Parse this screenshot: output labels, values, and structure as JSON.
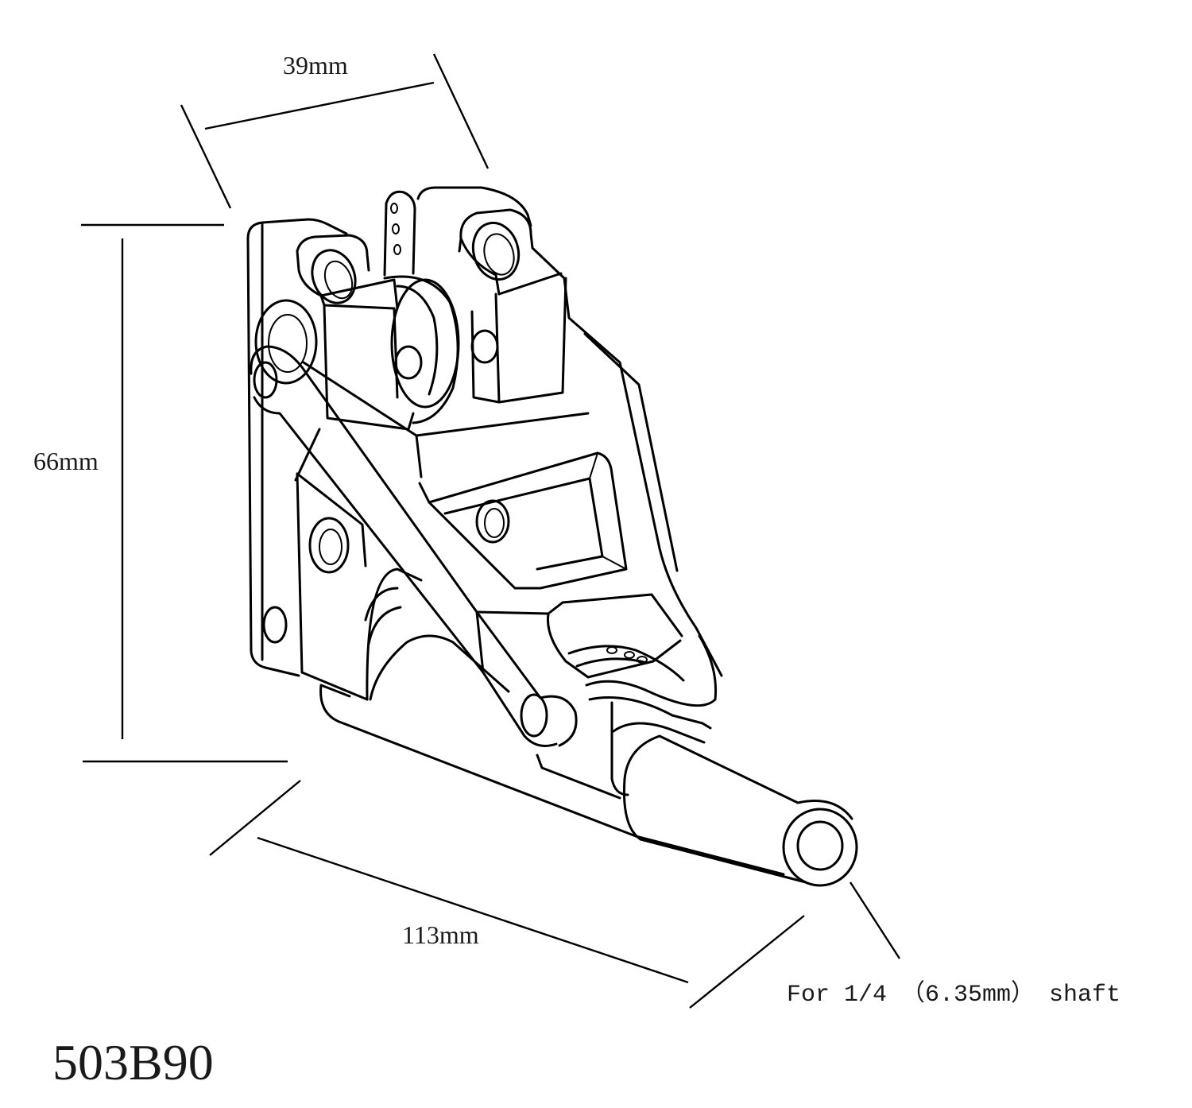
{
  "dimensions": {
    "width": "39mm",
    "height": "66mm",
    "length": "113mm"
  },
  "callout": "For 1/4 （6.35mm） shaft",
  "model_number": "503B90",
  "colors": {
    "line": "#000000",
    "background": "#ffffff",
    "text": "#1a1a1a"
  }
}
